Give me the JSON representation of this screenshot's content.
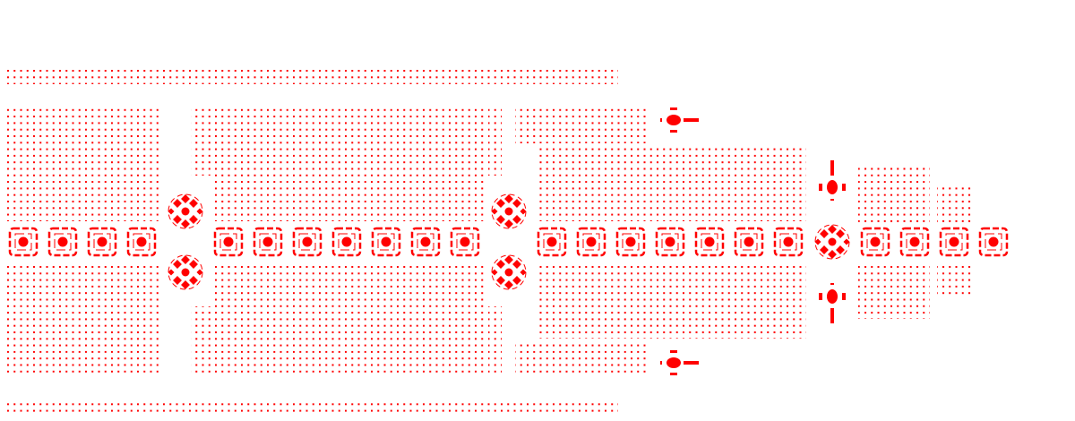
{
  "colors": {
    "foreground": "#ff0000",
    "background": "#ffffff"
  },
  "elements": {
    "square_nodes": 22,
    "round_nodes": 5,
    "cross_markers": 4
  }
}
